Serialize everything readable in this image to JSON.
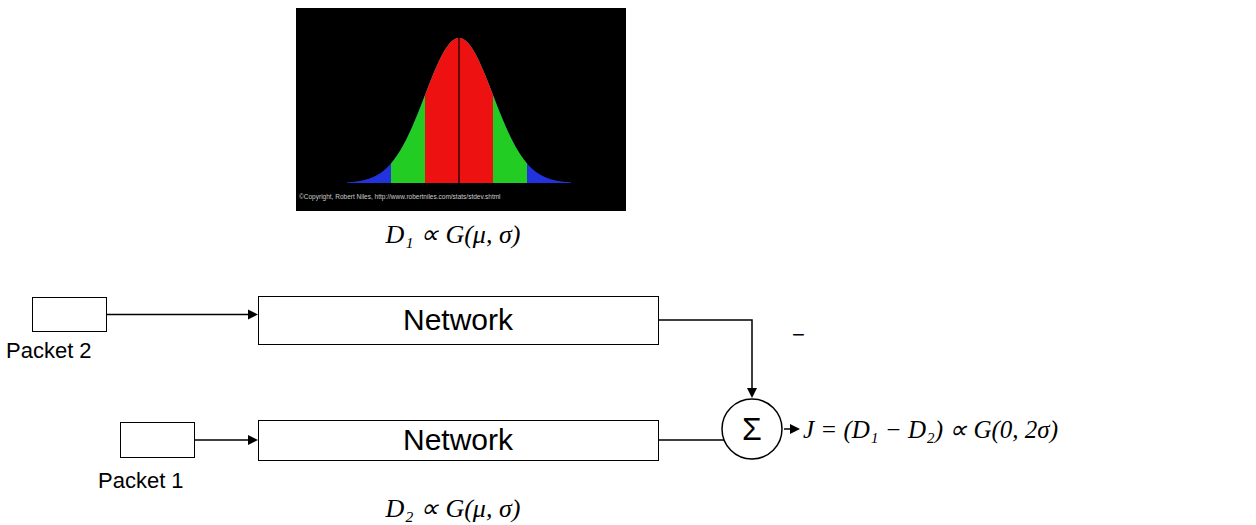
{
  "diagram": {
    "nodes": [
      {
        "text": [
          "Packet 2"
        ]
      },
      {
        "text": [
          "Network"
        ]
      },
      {
        "text": [
          "Packet 1"
        ]
      },
      {
        "text": [
          "Network"
        ]
      },
      {
        "text": [
          "Σ"
        ]
      }
    ],
    "edges": [
      {
        "from": 0,
        "to": 1,
        "arrow": "to"
      },
      {
        "from": 1,
        "to": 4,
        "label": "−",
        "arrow": "to"
      },
      {
        "from": 2,
        "to": 3,
        "arrow": "to"
      },
      {
        "from": 3,
        "to": 4,
        "arrow": "to"
      }
    ],
    "labels": [
      "©Copyright, Robert Niles, http://www.robertniles.com/stats/stdev.shtml",
      "D₁ ∝ G(μ, σ)",
      "J = (D₁ − D₂) ∝ G(0, 2σ)",
      "D₂ ∝ G(μ, σ)"
    ]
  }
}
